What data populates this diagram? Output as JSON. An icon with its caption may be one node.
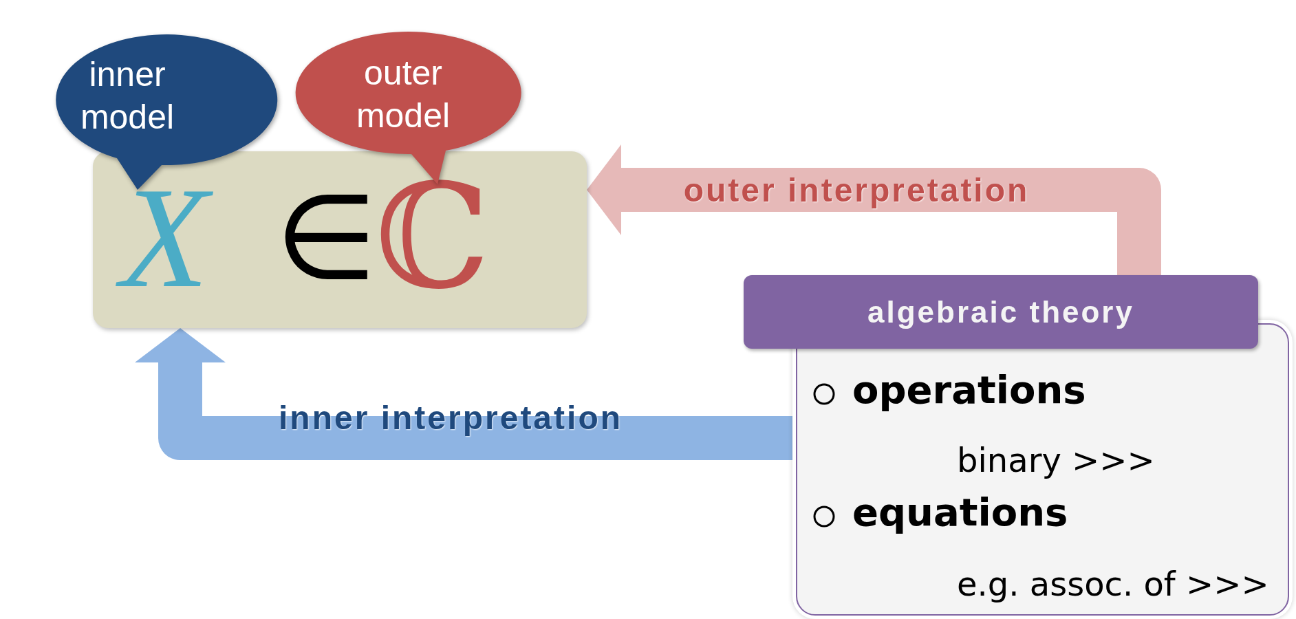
{
  "diagram": {
    "nodes": [
      {
        "text": [
          "inner model"
        ]
      },
      {
        "text": [
          "outer model"
        ]
      },
      {
        "text": [
          "X",
          "∈",
          "ℂ"
        ]
      },
      {
        "text": [
          "algebraic theory"
        ]
      },
      {
        "text": [
          "operations",
          "binary >>>",
          "equations",
          "e.g. assoc. of >>>"
        ]
      }
    ],
    "edges": [
      {
        "from": 3,
        "to": 2,
        "arrow": "to",
        "label": "outer interpretation",
        "color": "#e6b9b8"
      },
      {
        "from": 4,
        "to": 2,
        "arrow": "to",
        "label": "inner interpretation",
        "color": "#8eb4e3"
      }
    ]
  }
}
